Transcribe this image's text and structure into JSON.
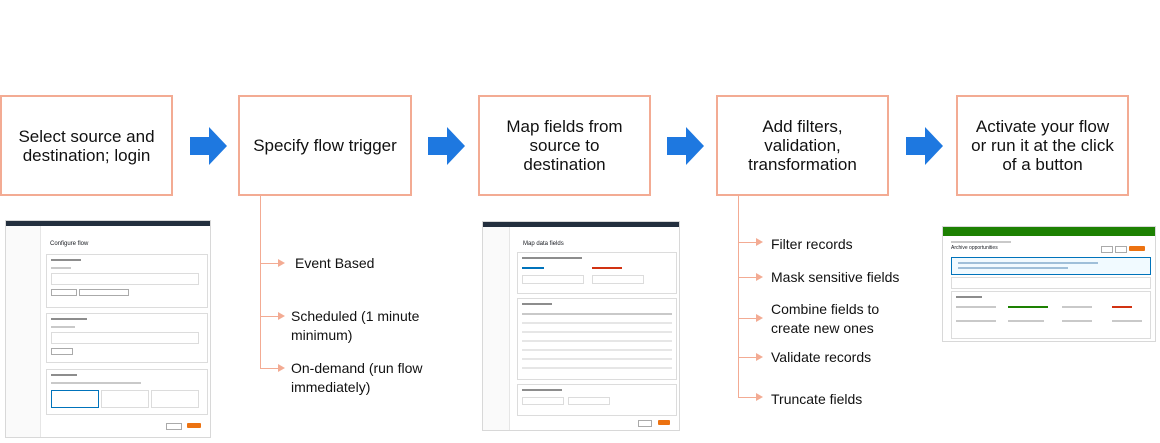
{
  "steps": [
    {
      "label": "Select source and\ndestination; login"
    },
    {
      "label": "Specify flow trigger"
    },
    {
      "label": "Map fields from\nsource to\ndestination"
    },
    {
      "label": "Add filters,\nvalidation,\ntransformation"
    },
    {
      "label": "Activate your flow\nor run it at the click\nof a button"
    }
  ],
  "trigger_options": [
    "Event Based",
    "Scheduled (1 minute\nminimum)",
    "On-demand (run flow\nimmediately)"
  ],
  "transform_options": [
    "Filter records",
    "Mask sensitive fields",
    "Combine fields to\ncreate new ones",
    "Validate records",
    "Truncate fields"
  ],
  "colors": {
    "box_border": "#f3ab93",
    "arrow": "#1e78e0",
    "aws_orange": "#ec7211",
    "aws_header": "#232f3e",
    "success_green": "#1d8102"
  },
  "screenshots": {
    "configure_flow": {
      "title": "Configure flow"
    },
    "map_data_fields": {
      "title": "Map data fields"
    },
    "flow_details": {
      "title": "Archive opportunities"
    }
  }
}
